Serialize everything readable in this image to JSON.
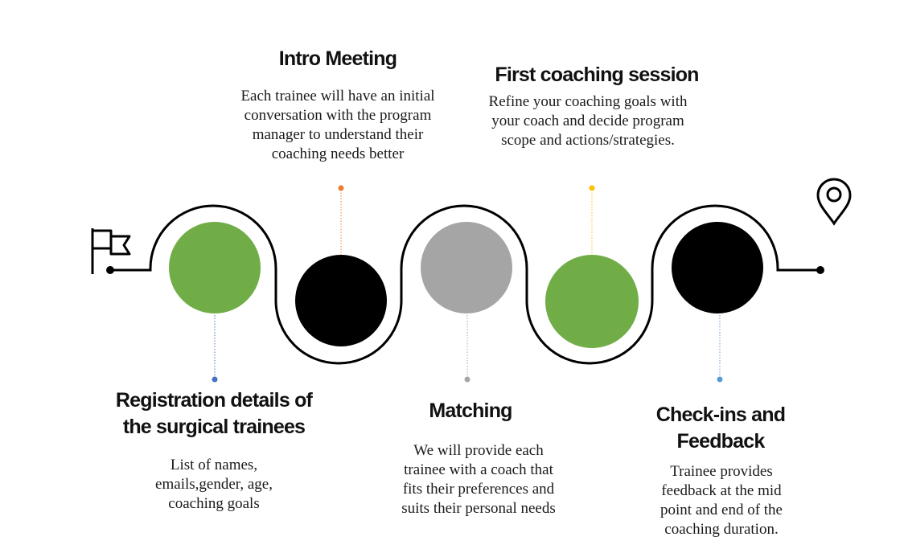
{
  "colors": {
    "green": "#70ad47",
    "black": "#000000",
    "gray": "#a5a5a5",
    "orange": "#ed7d31",
    "yellow": "#ffc000",
    "blue": "#4472c4",
    "light_blue": "#5b9bd5"
  },
  "icons": {
    "start": "flag-icon",
    "end": "map-pin-icon"
  },
  "steps": [
    {
      "title": "Registration details of the surgical trainees",
      "description": "List of names, emails,gender, age, coaching goals"
    },
    {
      "title": "Intro Meeting",
      "description": "Each trainee will have an initial conversation with the program manager to understand their coaching needs better"
    },
    {
      "title": "Matching",
      "description": "We will provide each trainee with a coach that fits their preferences and suits their personal needs"
    },
    {
      "title": "First coaching session",
      "description": "Refine your coaching goals with your coach and decide program scope and actions/strategies."
    },
    {
      "title": "Check-ins and Feedback",
      "description": "Trainee provides feedback at the mid point and end of the coaching duration."
    }
  ]
}
